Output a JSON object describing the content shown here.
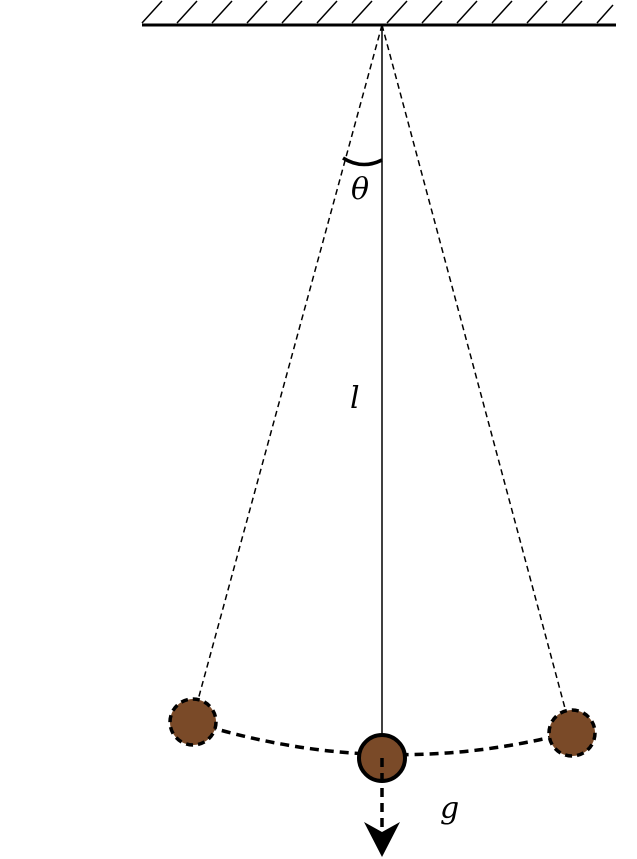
{
  "labels": {
    "angle": "θ",
    "length": "l",
    "gravity": "g"
  },
  "colors": {
    "bob_fill": "#7a4a28",
    "stroke": "#000000",
    "background": "#ffffff"
  }
}
